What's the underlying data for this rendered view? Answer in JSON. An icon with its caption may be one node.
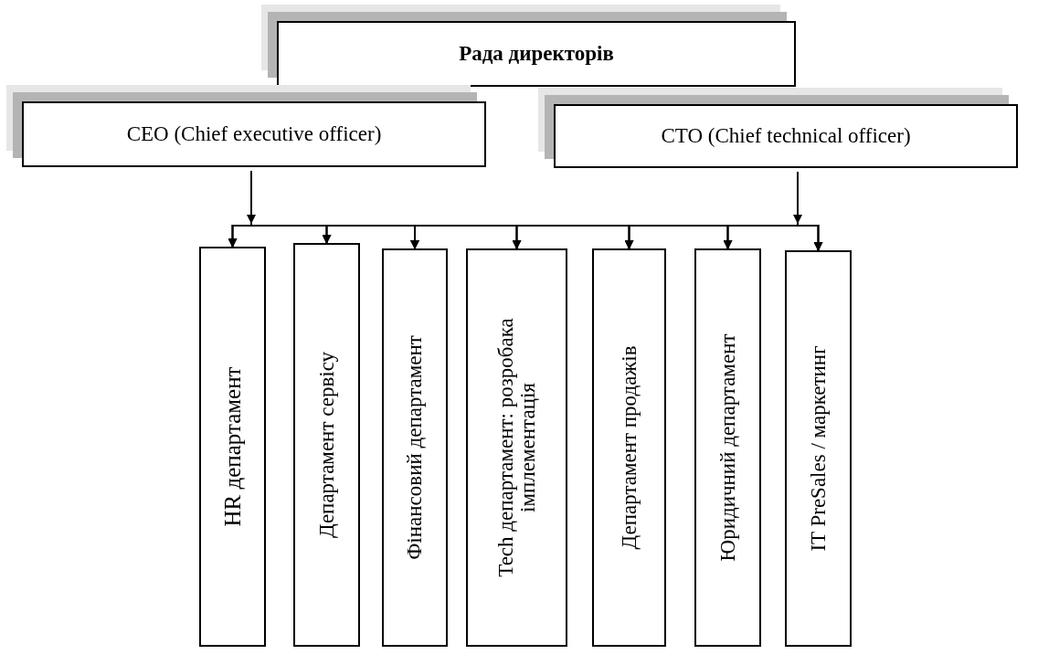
{
  "diagram": {
    "nodes": [
      {
        "text": [
          "Рада директорів"
        ]
      },
      {
        "text": [
          "CEO (Chief executive officer)"
        ]
      },
      {
        "text": [
          "CTO (Chief technical officer)"
        ]
      },
      {
        "text": [
          "HR департамент"
        ]
      },
      {
        "text": [
          "Департамент сервісу"
        ]
      },
      {
        "text": [
          "Фінансовий департамент"
        ]
      },
      {
        "text": [
          "Tech департамент: розробака імплементація"
        ]
      },
      {
        "text": [
          "Департамент продажів"
        ]
      },
      {
        "text": [
          "Юридичний департамент"
        ]
      },
      {
        "text": [
          "IT PreSales /  маркетинг"
        ]
      }
    ],
    "edges": [
      {
        "from": 1,
        "to": 3,
        "arrow": "to"
      },
      {
        "from": 1,
        "to": 4,
        "arrow": "to"
      },
      {
        "from": 1,
        "to": 5,
        "arrow": "to"
      },
      {
        "from": 1,
        "to": 6,
        "arrow": "to"
      },
      {
        "from": 1,
        "to": 7,
        "arrow": "to"
      },
      {
        "from": 1,
        "to": 8,
        "arrow": "to"
      },
      {
        "from": 1,
        "to": 9,
        "arrow": "to"
      },
      {
        "from": 2,
        "to": 3,
        "arrow": "to"
      },
      {
        "from": 2,
        "to": 4,
        "arrow": "to"
      },
      {
        "from": 2,
        "to": 5,
        "arrow": "to"
      },
      {
        "from": 2,
        "to": 6,
        "arrow": "to"
      },
      {
        "from": 2,
        "to": 7,
        "arrow": "to"
      },
      {
        "from": 2,
        "to": 8,
        "arrow": "to"
      },
      {
        "from": 2,
        "to": 9,
        "arrow": "to"
      }
    ]
  }
}
